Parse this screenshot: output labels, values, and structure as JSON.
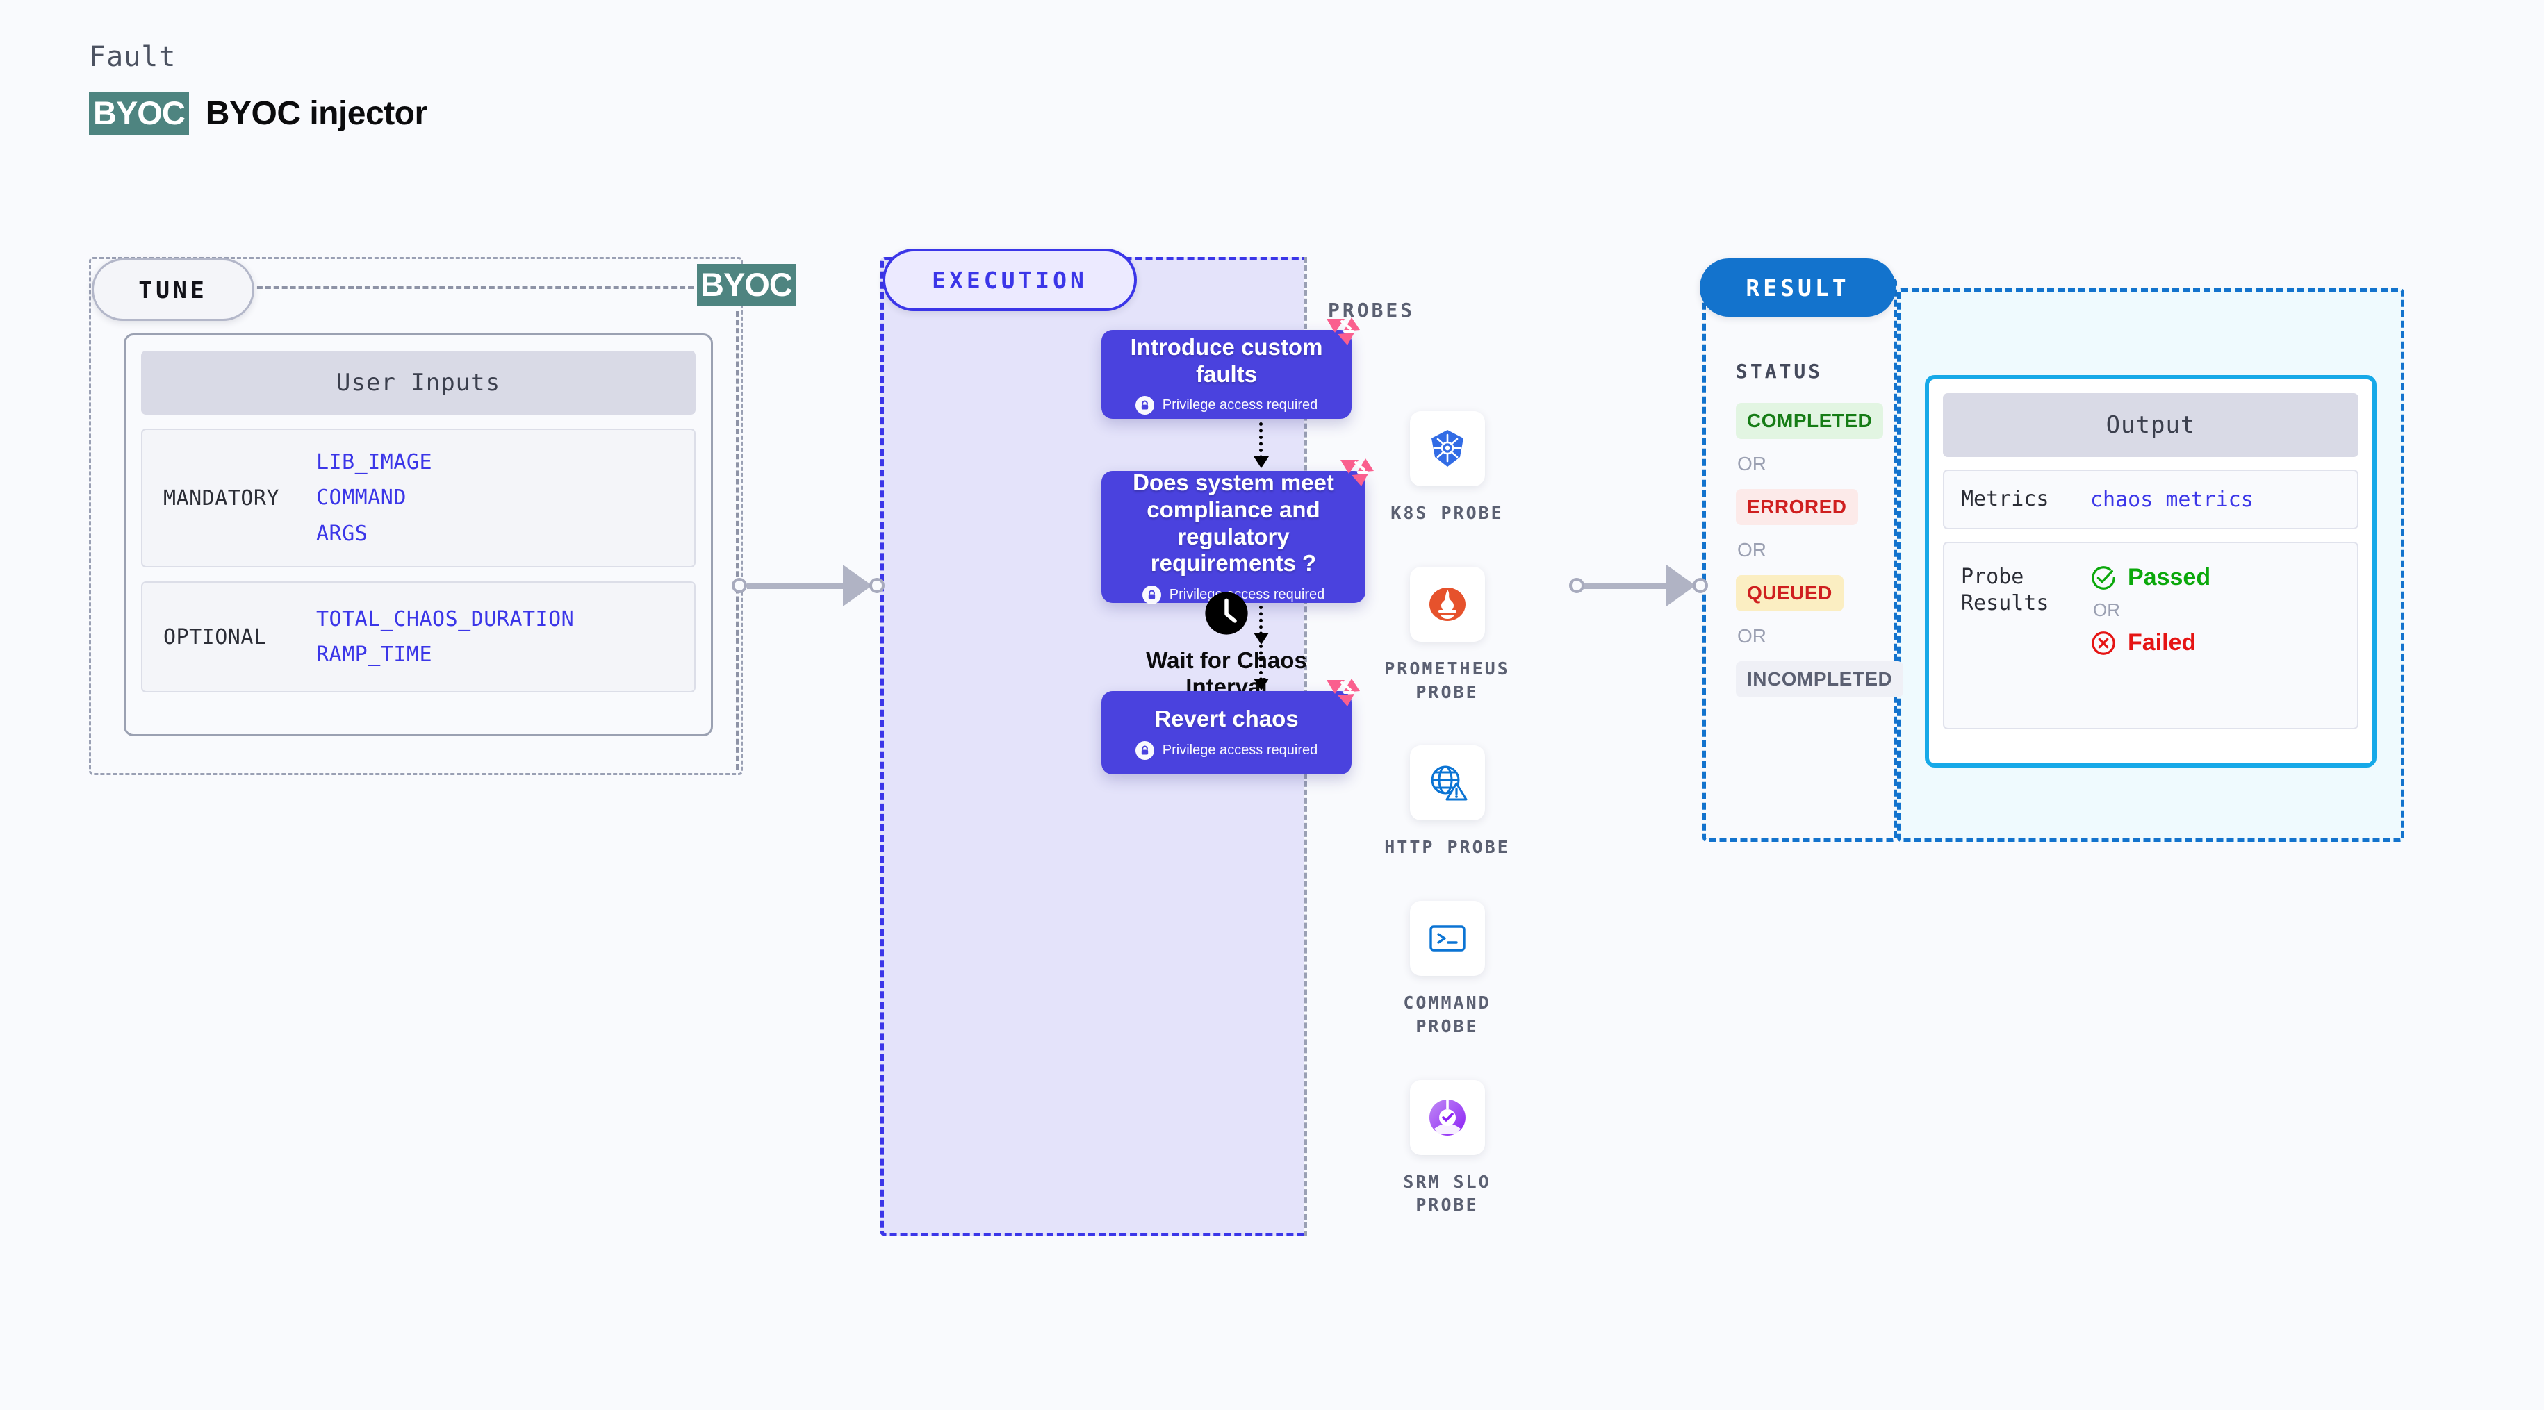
{
  "header": {
    "eyebrow": "Fault",
    "badge": "BYOC",
    "title": "BYOC injector"
  },
  "tune": {
    "stage_label": "TUNE",
    "connector_marker": "BYOC",
    "card_title": "User Inputs",
    "groups": [
      {
        "label": "MANDATORY",
        "values": [
          "LIB_IMAGE",
          "COMMAND",
          "ARGS"
        ]
      },
      {
        "label": "OPTIONAL",
        "values": [
          "TOTAL_CHAOS_DURATION",
          "RAMP_TIME"
        ]
      }
    ]
  },
  "execution": {
    "stage_label": "EXECUTION",
    "privilege_note": "Privilege access required",
    "nodes": [
      {
        "title": "Introduce custom faults",
        "sub": "Privilege access required"
      },
      {
        "title": "Does system meet compliance and regulatory requirements ?",
        "sub": "Privilege access required"
      },
      {
        "title": "Wait for Chaos\nInterval"
      },
      {
        "title": "Revert chaos",
        "sub": "Privilege access required"
      }
    ]
  },
  "probes": {
    "title": "PROBES",
    "items": [
      {
        "label": "K8S PROBE",
        "icon": "kubernetes-icon"
      },
      {
        "label": "PROMETHEUS\nPROBE",
        "icon": "prometheus-icon"
      },
      {
        "label": "HTTP PROBE",
        "icon": "http-globe-icon"
      },
      {
        "label": "COMMAND\nPROBE",
        "icon": "terminal-icon"
      },
      {
        "label": "SRM SLO\nPROBE",
        "icon": "srm-slo-icon"
      }
    ]
  },
  "result": {
    "stage_label": "RESULT",
    "status_title": "STATUS",
    "or_label": "OR",
    "statuses": [
      {
        "label": "COMPLETED",
        "tone": "completed"
      },
      {
        "label": "ERRORED",
        "tone": "errored"
      },
      {
        "label": "QUEUED",
        "tone": "queued"
      },
      {
        "label": "INCOMPLETED",
        "tone": "incomplete"
      }
    ]
  },
  "output": {
    "card_title": "Output",
    "metrics_label": "Metrics",
    "metrics_value": "chaos metrics",
    "probe_results_label": "Probe\nResults",
    "passed_label": "Passed",
    "or_label": "OR",
    "failed_label": "Failed"
  },
  "colors": {
    "canvas_bg": "#f9fafd",
    "execution_accent": "#3b36e8",
    "execution_fill": "#e4e3fa",
    "node_fill": "#4a42de",
    "result_accent": "#1373cd",
    "output_accent": "#16a9e8",
    "output_fill": "#effafe",
    "byoc_chip": "#4e8480",
    "harness_pink": "#ff6b9d",
    "status_completed": "#167c16",
    "status_errored": "#cf1f1f",
    "status_queued": "#cf1f1f",
    "status_incomplete": "#5b6072",
    "passed": "#0ba80b",
    "failed": "#e51414",
    "input_value": "#3b36e8"
  }
}
